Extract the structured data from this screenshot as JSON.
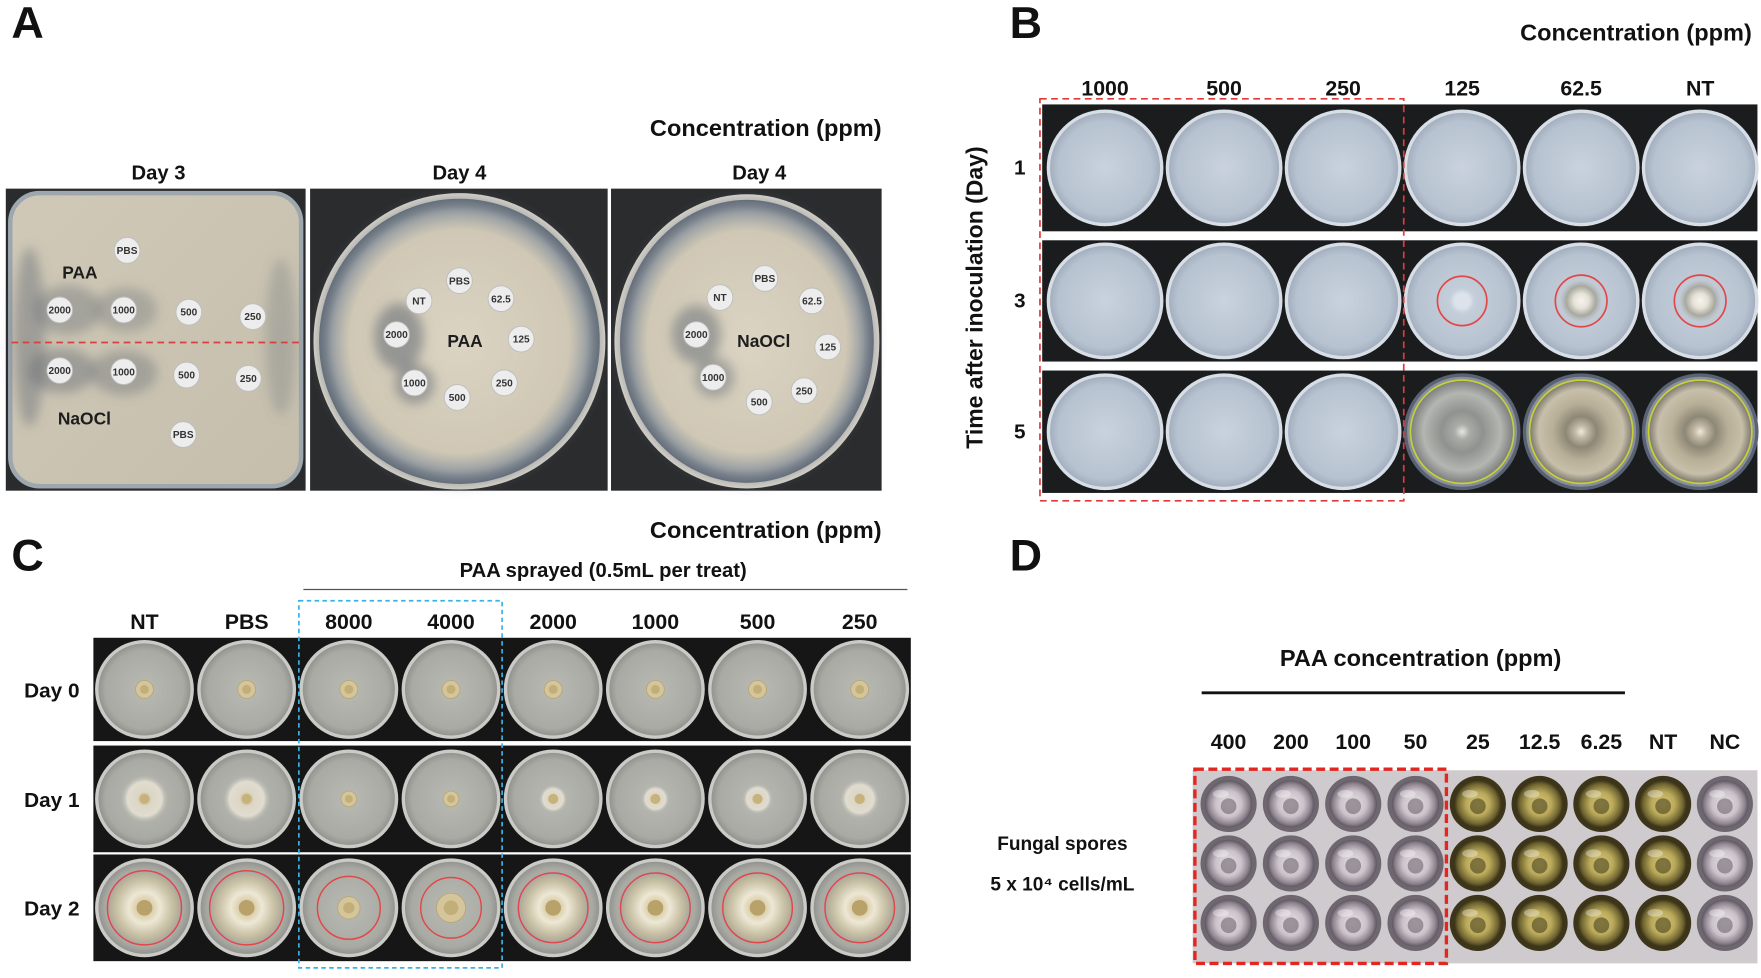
{
  "panel_a": {
    "letter": "A",
    "concentration_label": "Concentration (ppm)",
    "plates": [
      {
        "day": "Day 3",
        "treatments": [
          "PAA",
          "NaOCl"
        ],
        "discs": [
          "PBS",
          "2000",
          "1000",
          "500",
          "250",
          "2000",
          "1000",
          "500",
          "250",
          "PBS"
        ]
      },
      {
        "day": "Day 4",
        "treatments": [
          "PAA"
        ],
        "discs": [
          "NT",
          "PBS",
          "62.5",
          "2000",
          "125",
          "1000",
          "500",
          "250"
        ]
      },
      {
        "day": "Day 4",
        "treatments": [
          "NaOCl"
        ],
        "discs": [
          "NT",
          "PBS",
          "62.5",
          "2000",
          "125",
          "1000",
          "500",
          "250"
        ]
      }
    ]
  },
  "panel_b": {
    "letter": "B",
    "concentration_label": "Concentration (ppm)",
    "columns": [
      "1000",
      "500",
      "250",
      "125",
      "62.5",
      "NT"
    ],
    "y_label": "Time after inoculation (Day)",
    "rows": [
      "1",
      "3",
      "5"
    ]
  },
  "panel_c": {
    "letter": "C",
    "concentration_label": "Concentration (ppm)",
    "treatment_label": "PAA sprayed (0.5mL per treat)",
    "columns": [
      "NT",
      "PBS",
      "8000",
      "4000",
      "2000",
      "1000",
      "500",
      "250"
    ],
    "rows": [
      "Day 0",
      "Day 1",
      "Day 2"
    ]
  },
  "panel_d": {
    "letter": "D",
    "title": "PAA concentration (ppm)",
    "columns": [
      "400",
      "200",
      "100",
      "50",
      "25",
      "12.5",
      "6.25",
      "NT",
      "NC"
    ],
    "spores_label": "Fungal spores",
    "spores_density": "5 x 10⁴ cells/mL"
  },
  "colors": {
    "panel_a_divider": "#d84040",
    "panel_b_highlight": "#e03a3a",
    "panel_c_highlight": "#39b3e6",
    "panel_d_highlight": "#e3261f",
    "growth_ring_red": "#e24747",
    "growth_ring_yellow": "#c6d13a"
  }
}
